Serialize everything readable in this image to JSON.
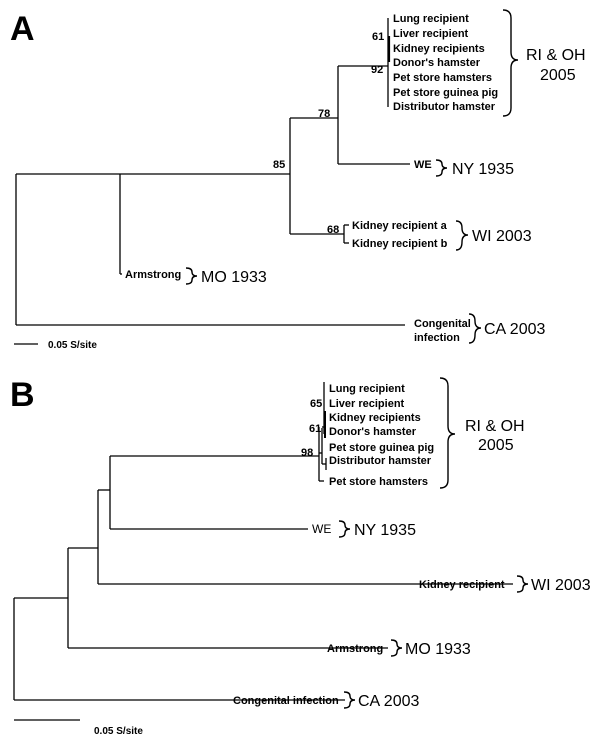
{
  "panels": {
    "a": {
      "label": "A",
      "leaves": {
        "lung": "Lung recipient",
        "liver": "Liver recipient",
        "kidneys": "Kidney recipients",
        "donor": "Donor's hamster",
        "petHamsters": "Pet store hamsters",
        "petGuinea": "Pet store guinea pig",
        "distributor": "Distributor hamster",
        "we": "WE",
        "kidneyA": "Kidney recipient a",
        "kidneyB": "Kidney recipient b",
        "armstrong": "Armstrong",
        "congenital1": "Congenital",
        "congenital2": "infection"
      },
      "bootstrap": {
        "b61": "61",
        "b92": "92",
        "b78": "78",
        "b85": "85",
        "b68": "68"
      },
      "groups": {
        "riOh1": "RI & OH",
        "riOh2": "2005",
        "ny": "NY 1935",
        "wi": "WI 2003",
        "mo": "MO  1933",
        "ca": "CA 2003"
      },
      "scale": "0.05 S/site"
    },
    "b": {
      "label": "B",
      "leaves": {
        "lung": "Lung recipient",
        "liver": "Liver recipient",
        "kidneys": "Kidney recipients",
        "donor": "Donor's hamster",
        "petGuinea": "Pet store guinea pig",
        "distributor": "Distributor hamster",
        "petHamsters": "Pet store hamsters",
        "we": "WE",
        "kidney": "Kidney recipient",
        "armstrong": "Armstrong",
        "congenital": "Congenital infection"
      },
      "bootstrap": {
        "b65": "65",
        "b61": "61",
        "b98": "98"
      },
      "groups": {
        "riOh1": "RI & OH",
        "riOh2": "2005",
        "ny": "NY 1935",
        "wi": "WI 2003",
        "mo": "MO 1933",
        "ca": "CA 2003"
      },
      "scale": "0.05 S/site"
    }
  }
}
